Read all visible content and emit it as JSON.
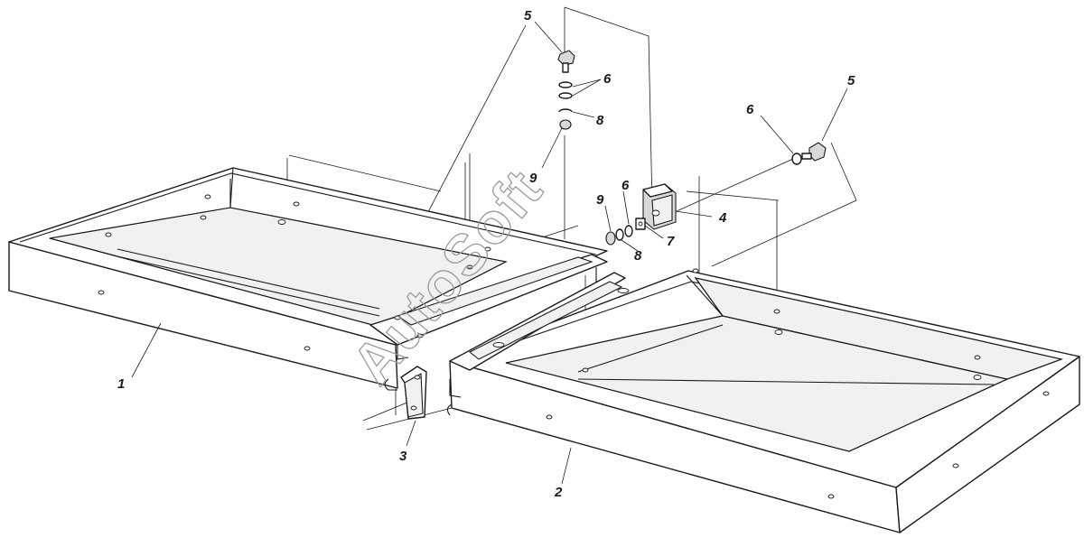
{
  "watermark": "AutoSoft",
  "callouts": {
    "c1": "1",
    "c2": "2",
    "c3": "3",
    "c4": "4",
    "c5a": "5",
    "c5b": "5",
    "c6a": "6",
    "c6b": "6",
    "c6c": "6",
    "c7": "7",
    "c8a": "8",
    "c8b": "8",
    "c9a": "9",
    "c9b": "9"
  },
  "colors": {
    "line": "#1a1a1a",
    "background": "#ffffff",
    "watermark": "#9a9a9a"
  }
}
